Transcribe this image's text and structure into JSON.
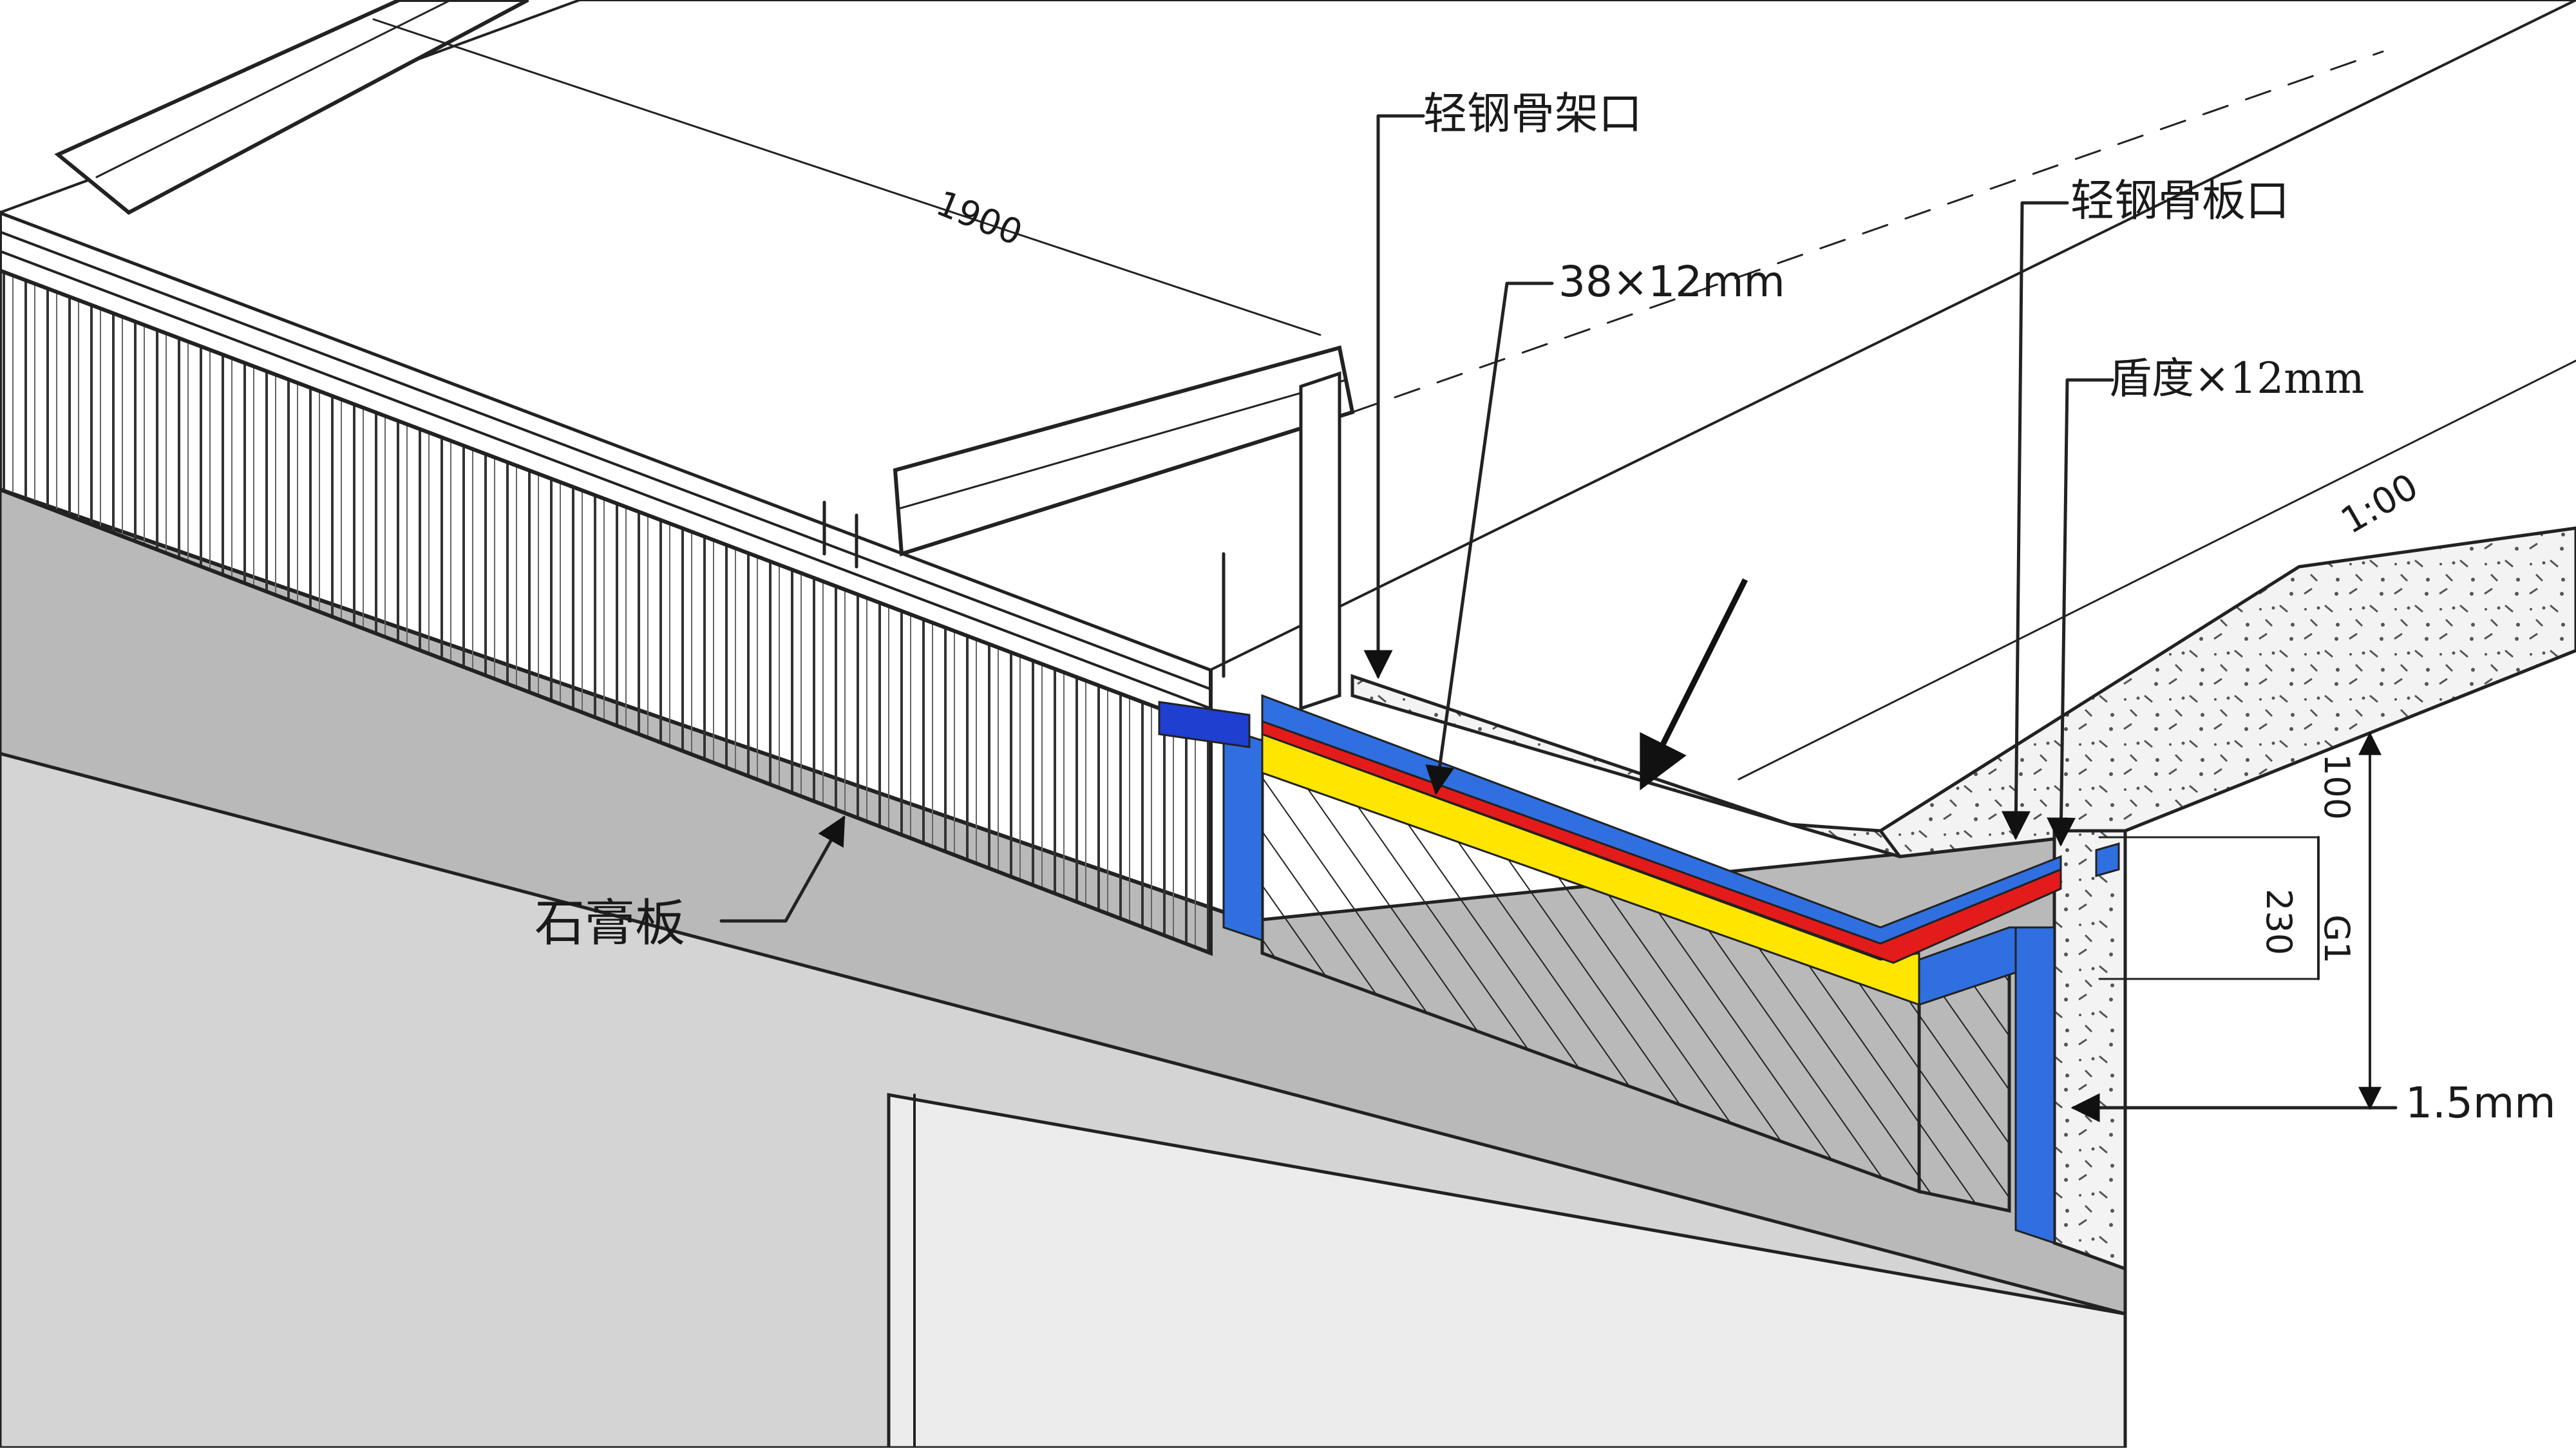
{
  "labels": {
    "light_steel_frame": "轻钢骨架口",
    "section_size": "38×12mm",
    "light_steel_board": "轻钢骨板口",
    "thickness_size": "盾度×12mm",
    "gypsum_board": "石膏板",
    "thickness_small": "1.5mm"
  },
  "dimensions": {
    "length_main": "1900",
    "length_side": "1:00",
    "depth_a": "100",
    "depth_b": "230",
    "depth_c": "G1"
  },
  "colors": {
    "blue": "#2f6fe0",
    "red": "#e31b1b",
    "yellow": "#ffe600",
    "navy": "#1f3fd0",
    "gray_face": "#b9b9b9",
    "concrete": "#f2f2f2",
    "line": "#222222"
  }
}
